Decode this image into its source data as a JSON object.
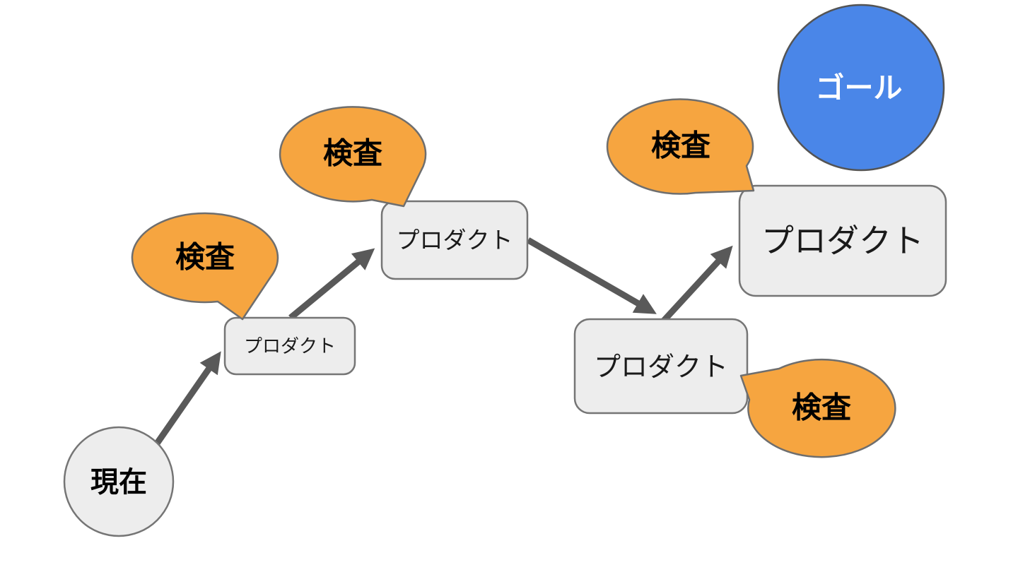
{
  "diagram": {
    "nodes": {
      "current": {
        "label": "現在",
        "shape": "circle"
      },
      "goal": {
        "label": "ゴール",
        "shape": "circle"
      },
      "products": [
        {
          "label": "プロダクト"
        },
        {
          "label": "プロダクト"
        },
        {
          "label": "プロダクト"
        },
        {
          "label": "プロダクト"
        }
      ],
      "inspections": [
        {
          "label": "検査"
        },
        {
          "label": "検査"
        },
        {
          "label": "検査"
        },
        {
          "label": "検査"
        }
      ]
    },
    "colors": {
      "node_fill": "#ededed",
      "node_stroke": "#757575",
      "bubble_fill": "#f6a540",
      "bubble_stroke": "#6e6e6e",
      "goal_fill": "#4a86e8",
      "goal_stroke": "#545454",
      "arrow": "#595959",
      "text_dark": "#000000",
      "text_light": "#ffffff",
      "background": "#ffffff"
    }
  }
}
